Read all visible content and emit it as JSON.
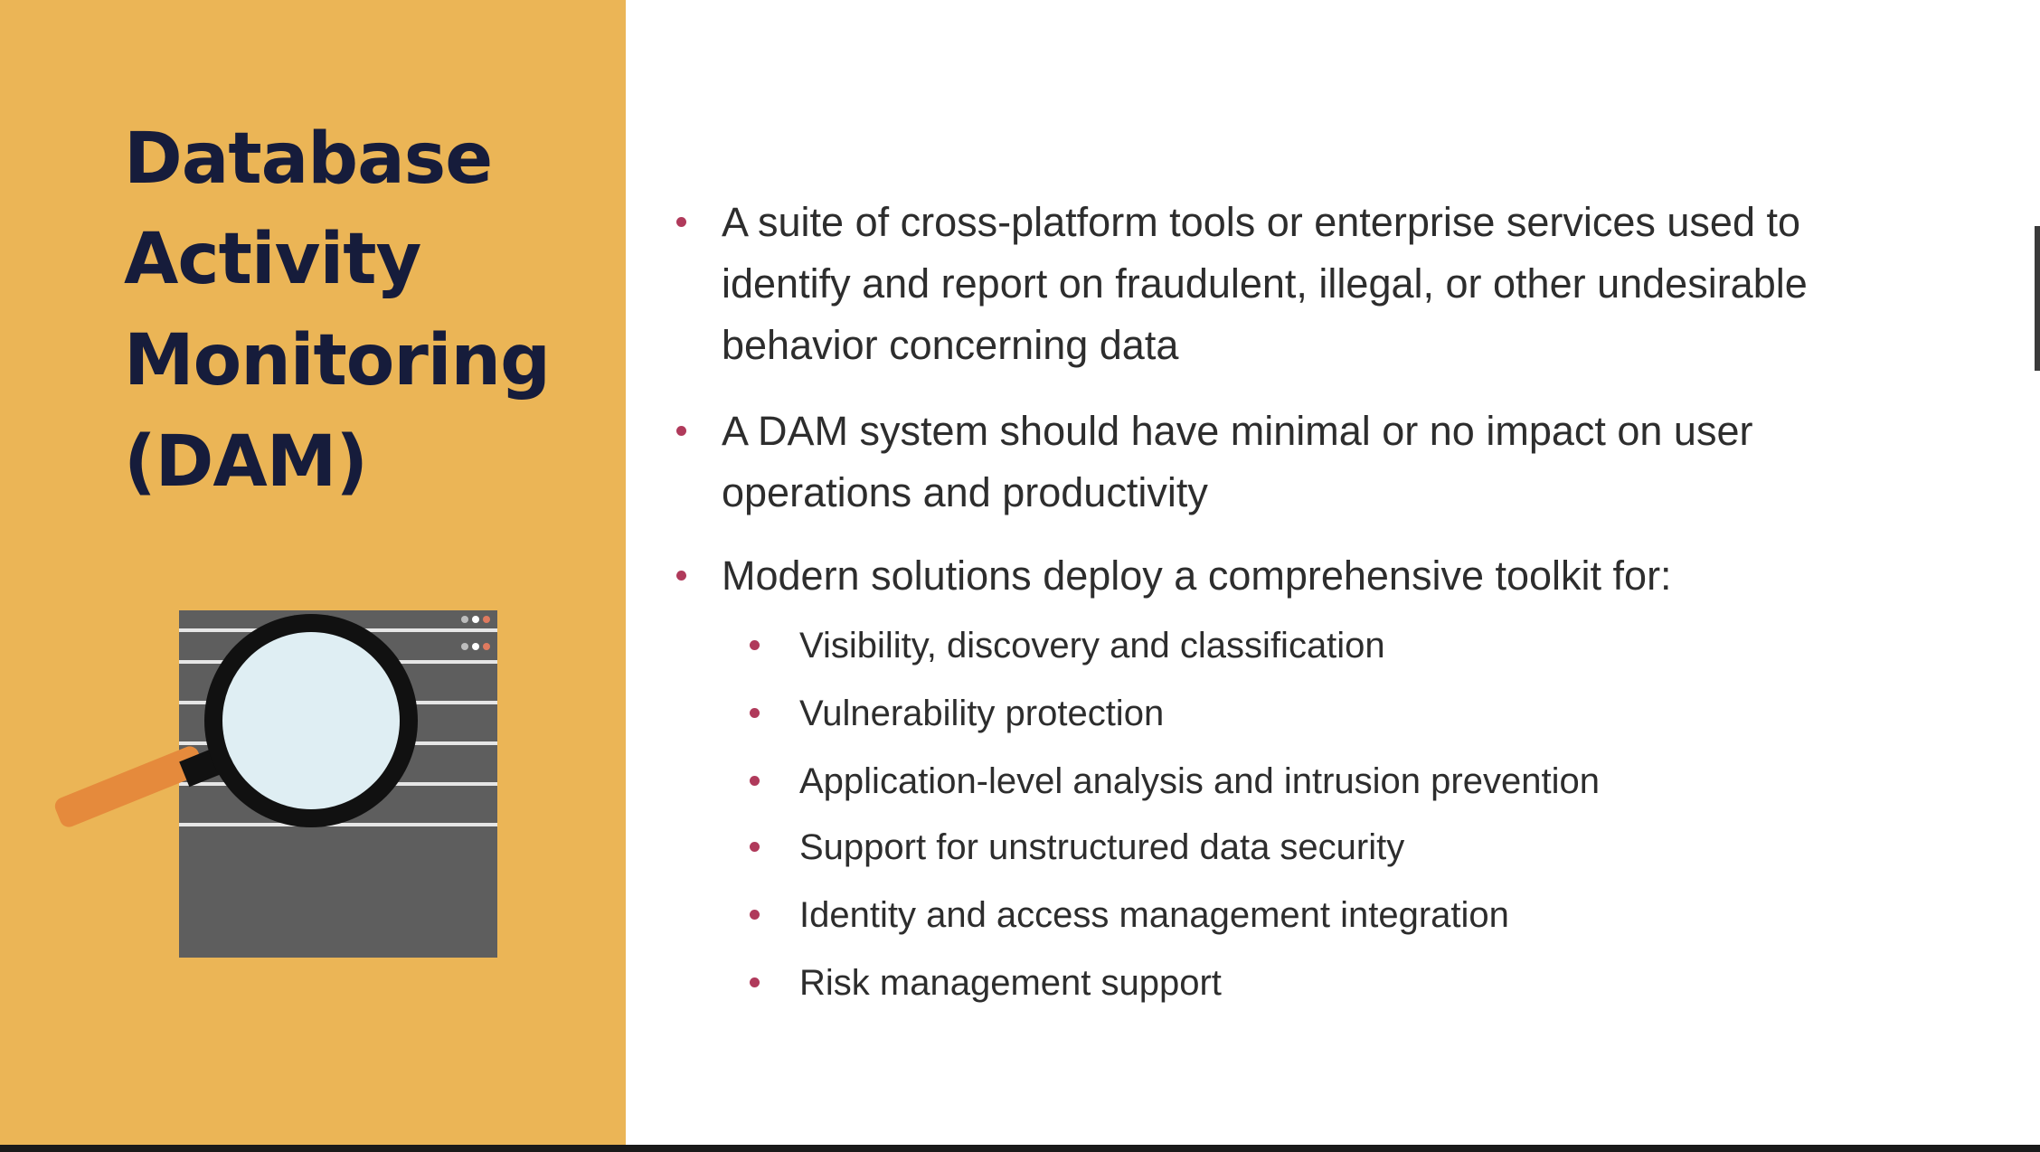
{
  "title": {
    "lines": [
      "Database",
      "Activity",
      "Monitoring",
      "(DAM)"
    ]
  },
  "illustration": {
    "icons": [
      "server-rack-icon",
      "magnifying-glass-icon"
    ]
  },
  "bullets": [
    {
      "lines": [
        "A suite of cross-platform tools or enterprise services used to",
        "identify and report on fraudulent, illegal, or other undesirable",
        "behavior concerning data"
      ]
    },
    {
      "lines": [
        "A DAM system should have minimal or no impact on user",
        "operations and productivity"
      ]
    },
    {
      "lines": [
        "Modern solutions deploy a comprehensive toolkit for:"
      ],
      "sub_items": [
        "Visibility, discovery and classification",
        "Vulnerability protection",
        "Application-level analysis and intrusion prevention",
        "Support for unstructured data security",
        "Identity and access management integration",
        "Risk management support"
      ]
    }
  ],
  "colors": {
    "left_panel": "#ebb556",
    "title": "#161c3b",
    "bullet_dot": "#b03a5b",
    "body_text": "#2d2d2d",
    "server": "#5e5e5e",
    "handle": "#e58a3c",
    "lens": "#dfeef3"
  }
}
